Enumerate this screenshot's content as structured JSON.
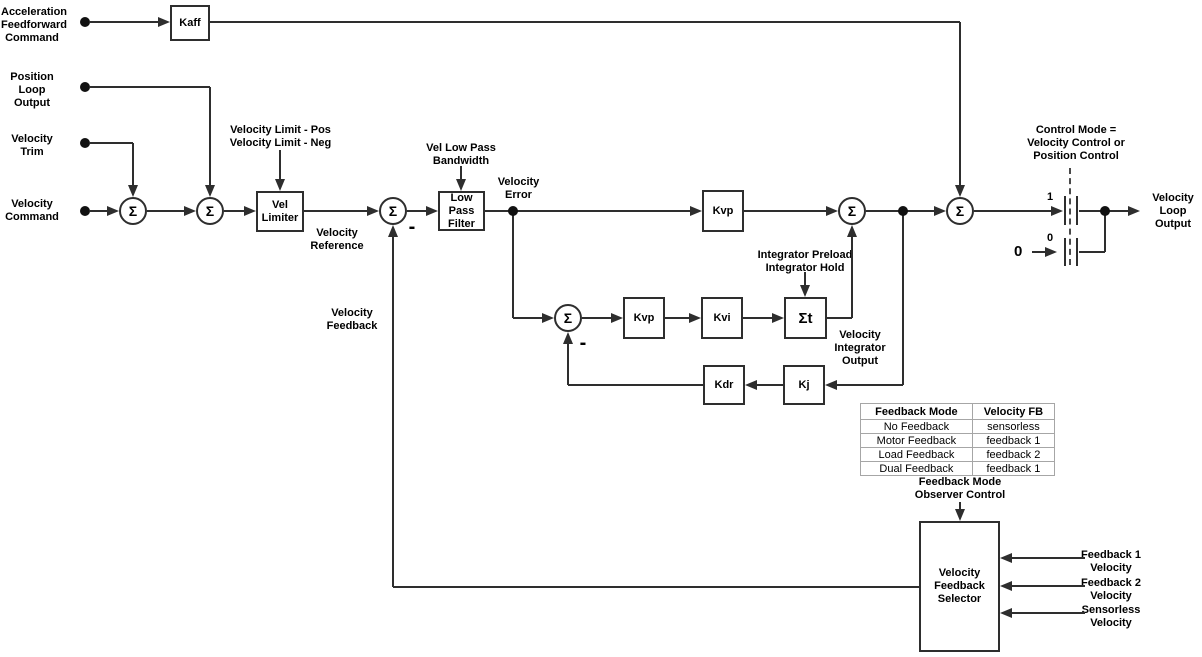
{
  "inputs": {
    "accel_ff": "Acceleration\nFeedforward\nCommand",
    "pos_loop": "Position\nLoop\nOutput",
    "vel_trim": "Velocity\nTrim",
    "vel_cmd": "Velocity\nCommand"
  },
  "blocks": {
    "kaff": "Kaff",
    "vel_limiter": "Vel\nLimiter",
    "low_pass_filter": "Low\nPass\nFilter",
    "kvp_top": "Kvp",
    "kvp_inner": "Kvp",
    "kvi": "Kvi",
    "integrator": "Σt",
    "kdr": "Kdr",
    "kj": "Kj",
    "selector": "Velocity\nFeedback\nSelector"
  },
  "symbols": {
    "sigma": "Σ",
    "minus": "-"
  },
  "labels": {
    "vel_limit": "Velocity Limit - Pos\nVelocity Limit - Neg",
    "vel_reference": "Velocity\nReference",
    "vel_lp_bandwidth": "Vel Low Pass\nBandwidth",
    "vel_error": "Velocity\nError",
    "vel_feedback": "Velocity\nFeedback",
    "integrator_preload": "Integrator Preload\nIntegrator Hold",
    "vel_integrator_output": "Velocity\nIntegrator\nOutput",
    "control_mode": "Control Mode =\nVelocity Control or\nPosition Control",
    "vel_loop_output": "Velocity\nLoop\nOutput",
    "fb_mode_observer": "Feedback Mode\nObserver Control",
    "feedback1_velocity": "Feedback 1\nVelocity",
    "feedback2_velocity": "Feedback 2\nVelocity",
    "sensorless_velocity": "Sensorless\nVelocity"
  },
  "switch": {
    "pos1": "1",
    "pos0": "0",
    "zero_input": "0"
  },
  "feedback_table": {
    "headers": [
      "Feedback Mode",
      "Velocity FB"
    ],
    "rows": [
      [
        "No Feedback",
        "sensorless"
      ],
      [
        "Motor Feedback",
        "feedback 1"
      ],
      [
        "Load Feedback",
        "feedback 2"
      ],
      [
        "Dual Feedback",
        "feedback 1"
      ]
    ]
  },
  "colors": {
    "line": "#2e2e2e",
    "table_border": "#a6a6a6",
    "background": "#ffffff"
  }
}
